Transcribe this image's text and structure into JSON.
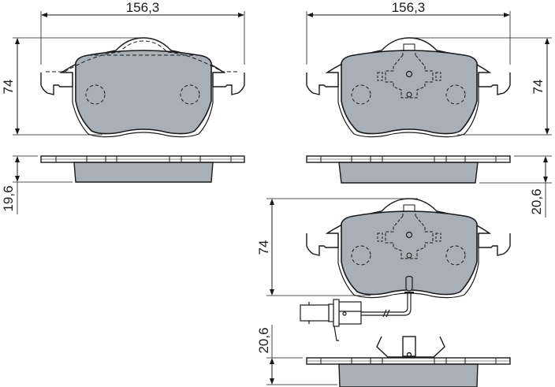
{
  "diagram": {
    "title": "Brake pad set technical drawing",
    "fill_color": "#A9AFB7",
    "line_color": "#1a1a1a",
    "views": [
      {
        "id": "pad-1-front",
        "width_dim": "156,3",
        "height_dim": "74",
        "features": [
          "dashed backing outline",
          "2 dashed circles"
        ]
      },
      {
        "id": "pad-2-front",
        "width_dim": "156,3",
        "height_dim": "74",
        "features": [
          "dashed clip outline",
          "center hole",
          "2 dashed circles"
        ]
      },
      {
        "id": "pad-1-side",
        "thickness_dim": "19,6"
      },
      {
        "id": "pad-2-side",
        "thickness_dim": "20,6"
      },
      {
        "id": "pad-3-front",
        "height_dim": "74",
        "features": [
          "wear sensor wire",
          "connector plug"
        ]
      },
      {
        "id": "pad-3-side",
        "thickness_dim": "20,6",
        "features": [
          "spring clip"
        ]
      }
    ]
  },
  "labels": {
    "dim_width_1": "156,3",
    "dim_width_2": "156,3",
    "dim_height_1": "74",
    "dim_height_2": "74",
    "dim_height_3": "74",
    "dim_thick_1": "19,6",
    "dim_thick_2": "20,6",
    "dim_thick_3": "20,6"
  }
}
